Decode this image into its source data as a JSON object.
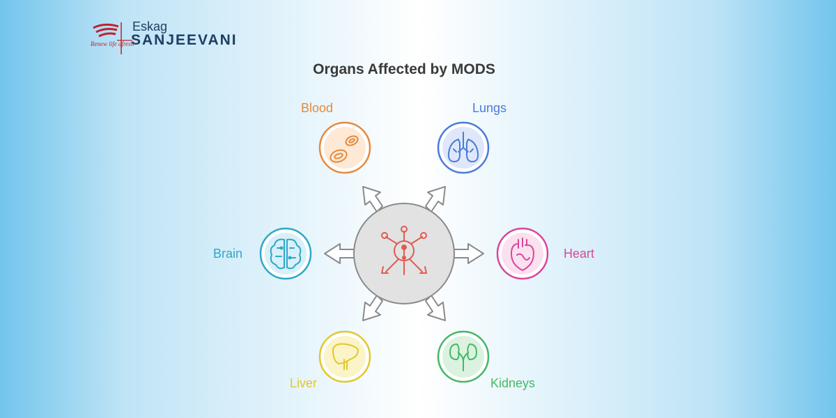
{
  "logo": {
    "top_text": "Eskag",
    "main_text": "SANJEEVANI",
    "tagline": "Renew life afresh"
  },
  "title": "Organs Affected by MODS",
  "organs": [
    {
      "label": "Blood",
      "icon": "blood-cells-icon",
      "color": "#e58a3c"
    },
    {
      "label": "Lungs",
      "icon": "lungs-icon",
      "color": "#4a7bd8"
    },
    {
      "label": "Brain",
      "icon": "brain-icon",
      "color": "#2ea7c9"
    },
    {
      "label": "Heart",
      "icon": "heart-icon",
      "color": "#d9469a"
    },
    {
      "label": "Liver",
      "icon": "liver-icon",
      "color": "#e3c72a"
    },
    {
      "label": "Kidneys",
      "icon": "kidneys-icon",
      "color": "#45b864"
    }
  ],
  "hub": {
    "icon": "multi-organ-spread-icon",
    "color": "#e05b4f"
  }
}
